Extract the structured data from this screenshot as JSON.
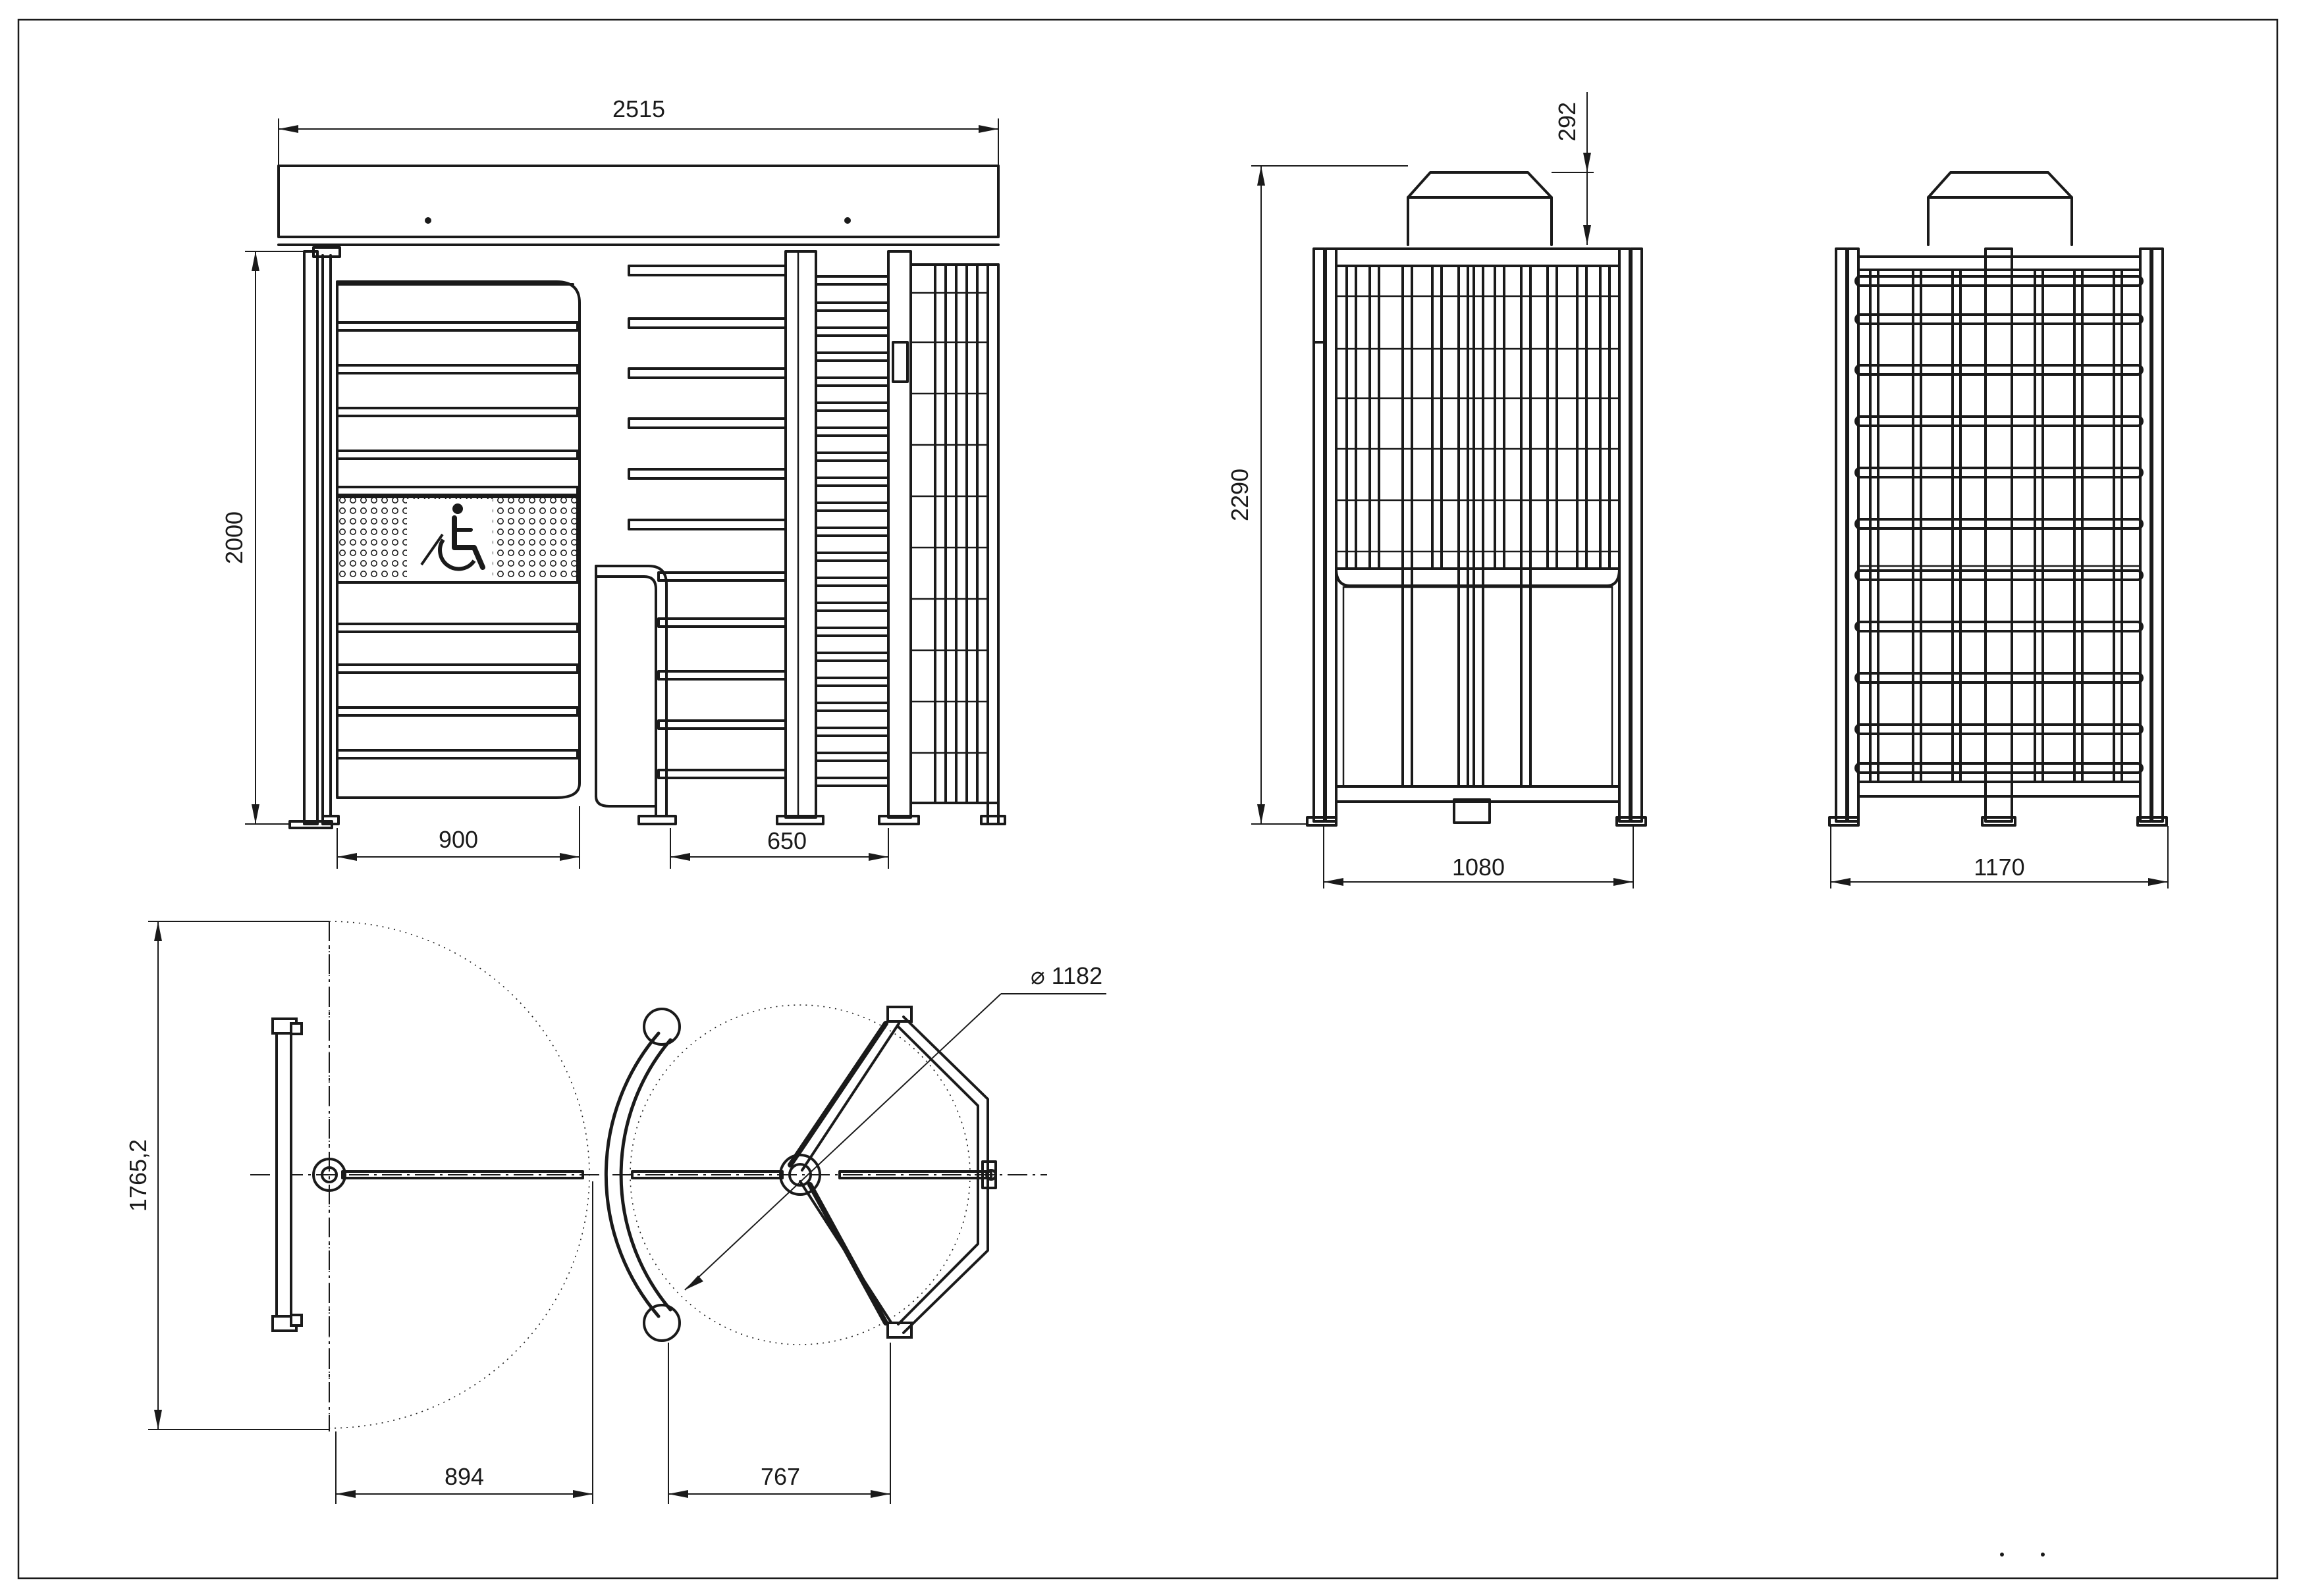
{
  "drawing": {
    "dimensions": {
      "overall_width": "2515",
      "height": "2000",
      "passage_wide": "900",
      "passage_std": "650",
      "side_height": "2290",
      "canopy_height": "292",
      "front_depth": "1080",
      "back_depth": "1170",
      "rotor_diameter": "⌀ 1182",
      "plan_depth": "1765,2",
      "plan_gate": "894",
      "plan_turnstile": "767"
    },
    "icons": [
      "wheelchair-icon"
    ],
    "colors": {
      "line": "#1a1a1a",
      "background": "#ffffff"
    }
  }
}
